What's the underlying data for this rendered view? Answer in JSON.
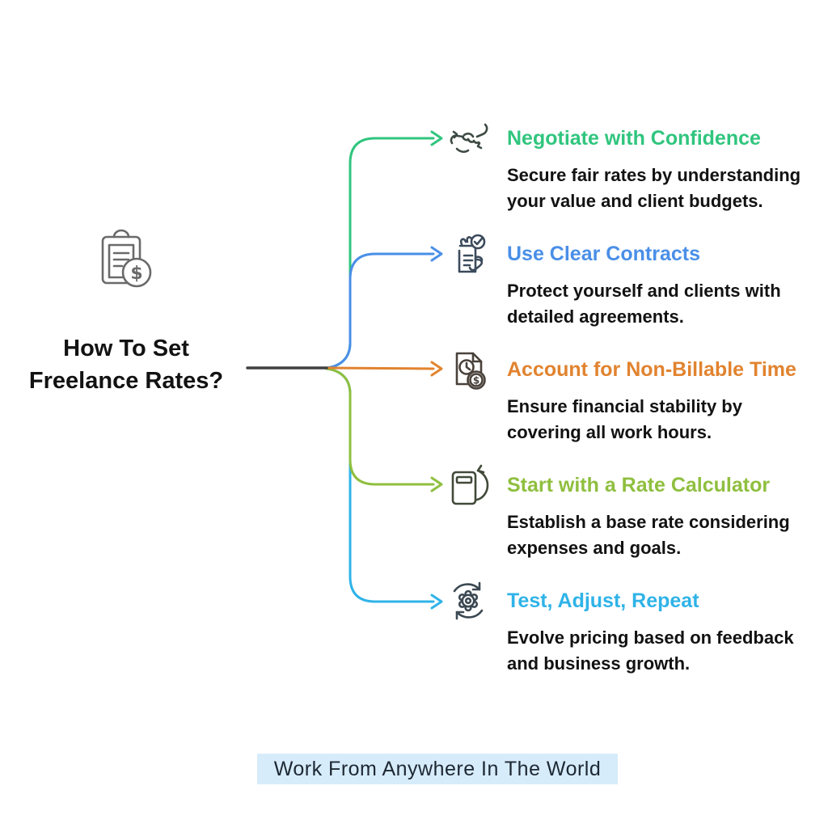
{
  "root": {
    "title_line1": "How To Set",
    "title_line2": "Freelance Rates?",
    "icon": "clipboard-dollar-icon"
  },
  "branches": [
    {
      "title": "Negotiate with Confidence",
      "description": "Secure fair rates by understanding your value and client budgets.",
      "color": "#30c57e",
      "icon": "handshake-icon"
    },
    {
      "title": "Use Clear Contracts",
      "description": "Protect yourself and clients with detailed agreements.",
      "color": "#4a8fe7",
      "icon": "contract-check-icon"
    },
    {
      "title": "Account for Non-Billable Time",
      "description": "Ensure financial stability by covering all work hours.",
      "color": "#e1832f",
      "icon": "document-clock-dollar-icon"
    },
    {
      "title": "Start with a Rate Calculator",
      "description": "Establish a base rate considering expenses and goals.",
      "color": "#8fbf3f",
      "icon": "calculator-refresh-icon"
    },
    {
      "title": "Test, Adjust, Repeat",
      "description": "Evolve pricing based on feedback and business growth.",
      "color": "#2fb3e8",
      "icon": "gear-cycle-icon"
    }
  ],
  "connectors": {
    "trunk_color": "#404040",
    "branch_colors": [
      "#30c57e",
      "#4a8fe7",
      "#e1832f",
      "#8fbf3f",
      "#2fb3e8"
    ]
  },
  "footer": {
    "label": "Work From Anywhere In The World",
    "background": "#d7ecfa"
  }
}
